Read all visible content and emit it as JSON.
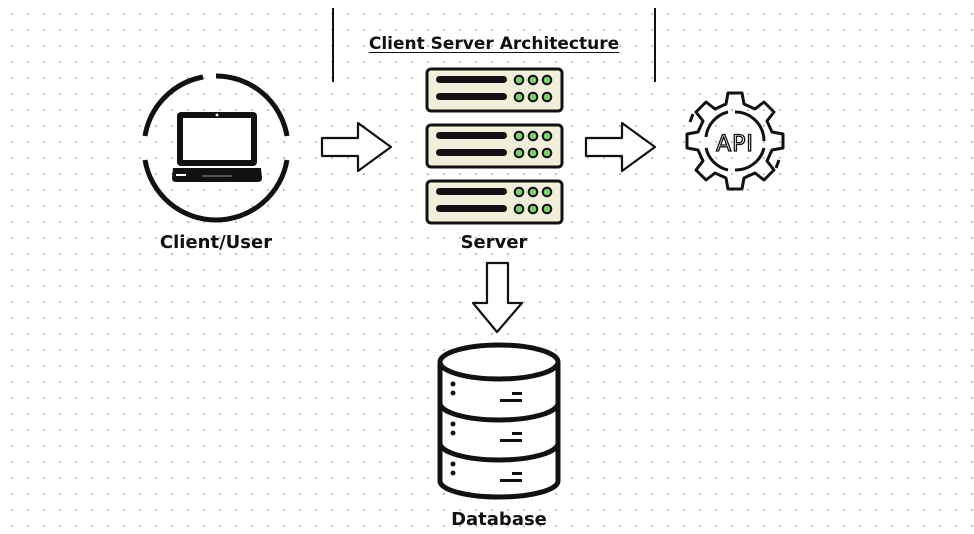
{
  "title": "Client Server Architecture",
  "nodes": {
    "client": {
      "label": "Client/User",
      "icon": "laptop-icon"
    },
    "server": {
      "label": "Server",
      "icon": "server-rack-icon"
    },
    "api": {
      "label": "API",
      "icon": "api-gear-icon"
    },
    "database": {
      "label": "Database",
      "icon": "database-icon"
    }
  },
  "edges": [
    {
      "from": "client",
      "to": "server",
      "icon": "arrow-right-icon"
    },
    {
      "from": "server",
      "to": "api",
      "icon": "arrow-right-icon"
    },
    {
      "from": "server",
      "to": "database",
      "icon": "arrow-down-icon"
    }
  ],
  "colors": {
    "ink": "#111111",
    "server_panel": "#f1efdc",
    "server_led": "#7fcf6c",
    "dot_grid": "#c4c4c4"
  }
}
